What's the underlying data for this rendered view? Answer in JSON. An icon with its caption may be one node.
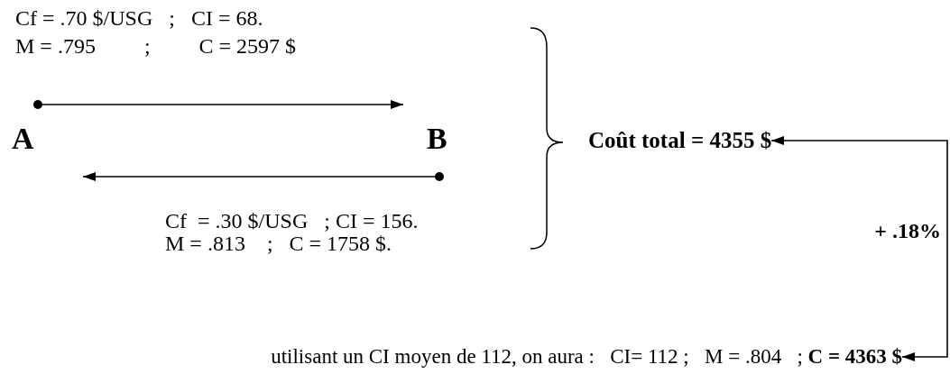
{
  "diagram": {
    "nodes": [
      {
        "text": [],
        "shape": "circle",
        "beside": [
          "A"
        ]
      },
      {
        "text": [],
        "shape": "circle",
        "beside": [
          "B"
        ]
      },
      {
        "text": [
          "Coût total = 4355 $"
        ]
      },
      {
        "text": [
          "utilisant un CI moyen de 112, on aura :   CI= 112 ;   M = .804   ; **C = 4363 $**"
        ]
      }
    ],
    "edges": [
      {
        "from": 0,
        "to": null,
        "arrow": "to"
      },
      {
        "from": 1,
        "to": null,
        "arrow": "to"
      },
      {
        "from": 3,
        "to": 2,
        "arrow": "both",
        "label": "+ .18%"
      }
    ],
    "labels": [
      "Cf = .70 $/USG   ;   CI = 68.",
      "M = .795         ;         C = 2597 $",
      "Cf  = .30 $/USG   ; CI = 156.",
      "M = .813    ;   C = 1758 $."
    ]
  }
}
